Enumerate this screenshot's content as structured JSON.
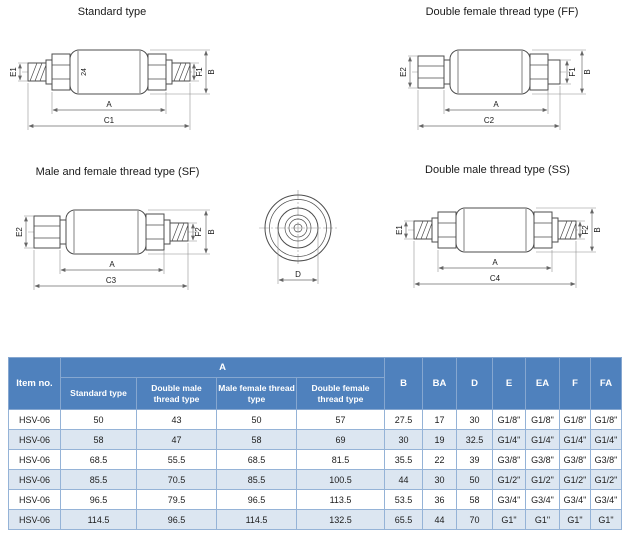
{
  "drawings": {
    "standard": {
      "title": "Standard type",
      "dim_left": "E1",
      "dim_center": "24",
      "dim_f": "F1",
      "dim_b": "B",
      "dim_a": "A",
      "dim_c": "C1"
    },
    "double_female": {
      "title": "Double female thread type (FF)",
      "dim_left": "E2",
      "dim_f": "F1",
      "dim_b": "B",
      "dim_a": "A",
      "dim_c": "C2"
    },
    "male_female": {
      "title": "Male and female thread type (SF)",
      "dim_left": "E2",
      "dim_f": "F2",
      "dim_b": "B",
      "dim_a": "A",
      "dim_c": "C3"
    },
    "double_male": {
      "title": "Double male thread type (SS)",
      "dim_left": "E1",
      "dim_f": "F2",
      "dim_b": "B",
      "dim_a": "A",
      "dim_c": "C4"
    },
    "front_view": {
      "dim_d": "D"
    }
  },
  "table": {
    "header": {
      "item_no": "Item no.",
      "a_group": "A",
      "a_subcols": [
        "Standard type",
        "Double male thread type",
        "Male female thread type",
        "Double female thread type"
      ],
      "other_cols": [
        "B",
        "BA",
        "D",
        "E",
        "EA",
        "F",
        "FA"
      ]
    },
    "rows": [
      [
        "HSV-06",
        "50",
        "43",
        "50",
        "57",
        "27.5",
        "17",
        "30",
        "G1/8\"",
        "G1/8\"",
        "G1/8\"",
        "G1/8\""
      ],
      [
        "HSV-06",
        "58",
        "47",
        "58",
        "69",
        "30",
        "19",
        "32.5",
        "G1/4\"",
        "G1/4\"",
        "G1/4\"",
        "G1/4\""
      ],
      [
        "HSV-06",
        "68.5",
        "55.5",
        "68.5",
        "81.5",
        "35.5",
        "22",
        "39",
        "G3/8\"",
        "G3/8\"",
        "G3/8\"",
        "G3/8\""
      ],
      [
        "HSV-06",
        "85.5",
        "70.5",
        "85.5",
        "100.5",
        "44",
        "30",
        "50",
        "G1/2\"",
        "G1/2\"",
        "G1/2\"",
        "G1/2\""
      ],
      [
        "HSV-06",
        "96.5",
        "79.5",
        "96.5",
        "113.5",
        "53.5",
        "36",
        "58",
        "G3/4\"",
        "G3/4\"",
        "G3/4\"",
        "G3/4\""
      ],
      [
        "HSV-06",
        "114.5",
        "96.5",
        "114.5",
        "132.5",
        "65.5",
        "44",
        "70",
        "G1\"",
        "G1\"",
        "G1\"",
        "G1\""
      ]
    ],
    "colors": {
      "header_bg": "#4f81bd",
      "header_text": "#ffffff",
      "row_alt_bg": "#dce6f1",
      "border": "#95b3d7"
    }
  }
}
